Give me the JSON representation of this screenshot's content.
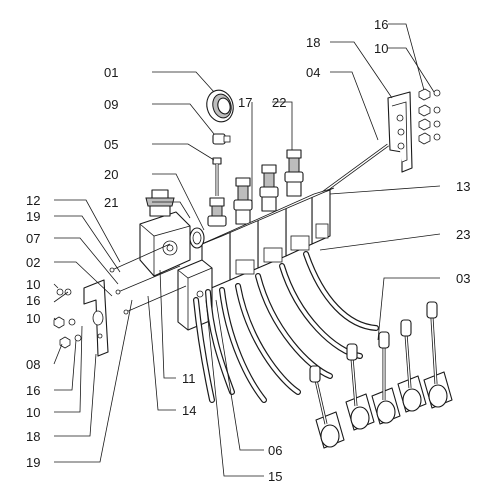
{
  "diagram": {
    "callouts": [
      {
        "id": "c01",
        "text": "01"
      },
      {
        "id": "c09",
        "text": "09"
      },
      {
        "id": "c05",
        "text": "05"
      },
      {
        "id": "c17",
        "text": "17"
      },
      {
        "id": "c22",
        "text": "22"
      },
      {
        "id": "c18top",
        "text": "18"
      },
      {
        "id": "c04",
        "text": "04"
      },
      {
        "id": "c16top",
        "text": "16"
      },
      {
        "id": "c10top",
        "text": "10"
      },
      {
        "id": "c20",
        "text": "20"
      },
      {
        "id": "c13",
        "text": "13"
      },
      {
        "id": "c21",
        "text": "21"
      },
      {
        "id": "c12",
        "text": "12"
      },
      {
        "id": "c19a",
        "text": "19"
      },
      {
        "id": "c07",
        "text": "07"
      },
      {
        "id": "c23",
        "text": "23"
      },
      {
        "id": "c02",
        "text": "02"
      },
      {
        "id": "c03",
        "text": "03"
      },
      {
        "id": "c10a",
        "text": "10"
      },
      {
        "id": "c16a",
        "text": "16"
      },
      {
        "id": "c10b",
        "text": "10"
      },
      {
        "id": "c08",
        "text": "08"
      },
      {
        "id": "c11",
        "text": "11"
      },
      {
        "id": "c16b",
        "text": "16"
      },
      {
        "id": "c14",
        "text": "14"
      },
      {
        "id": "c10c",
        "text": "10"
      },
      {
        "id": "c18b",
        "text": "18"
      },
      {
        "id": "c06",
        "text": "06"
      },
      {
        "id": "c19b",
        "text": "19"
      },
      {
        "id": "c15",
        "text": "15"
      }
    ]
  }
}
